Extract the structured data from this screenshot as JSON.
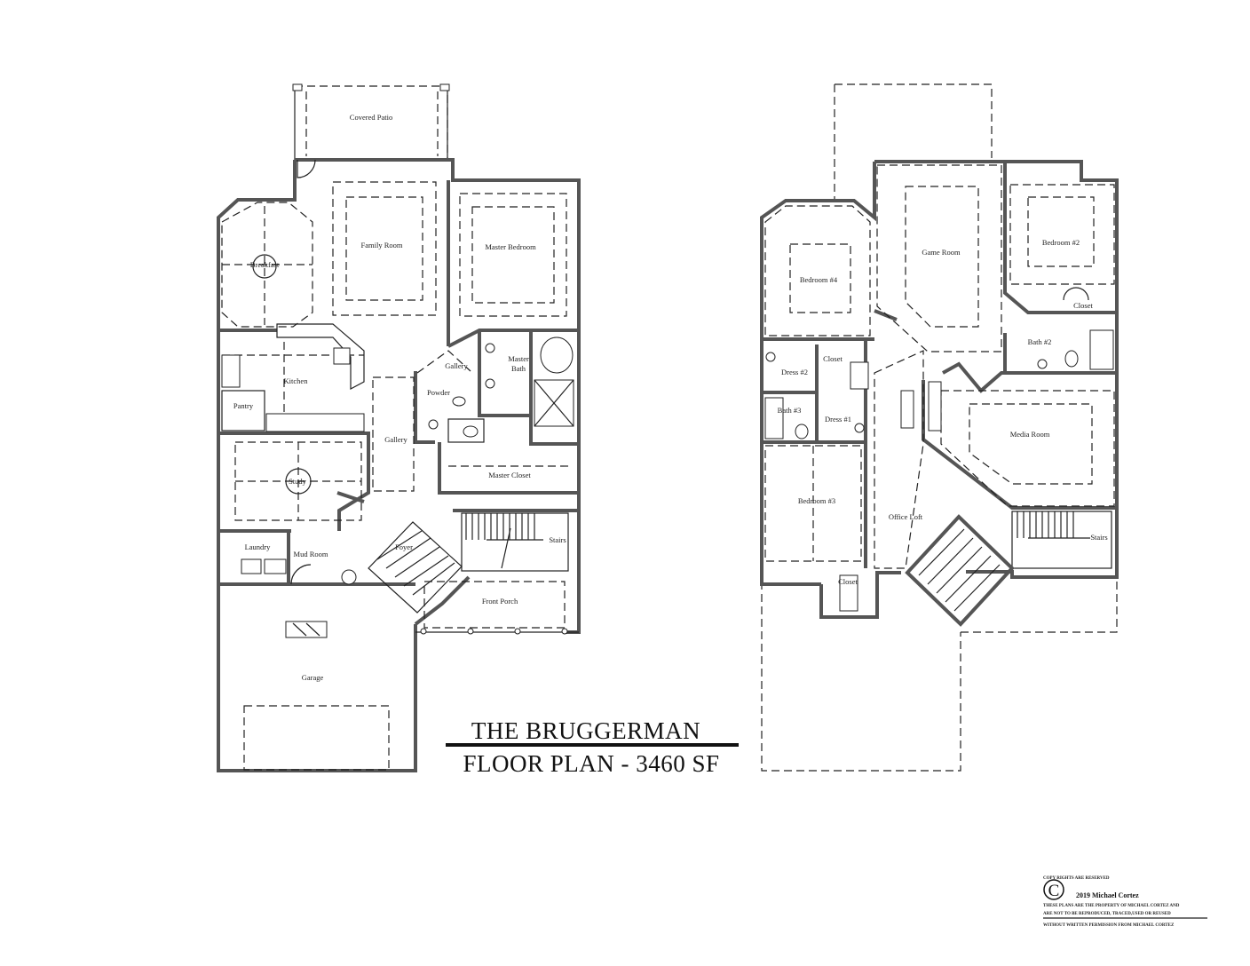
{
  "title": {
    "name": "THE BRUGGERMAN",
    "subtitle": "FLOOR PLAN - 3460 SF"
  },
  "first_floor": {
    "rooms": {
      "covered_patio": "Covered Patio",
      "family_room": "Family Room",
      "master_bedroom": "Master Bedroom",
      "breakfast": "Breakfast",
      "kitchen": "Kitchen",
      "pantry": "Pantry",
      "gallery_upper": "Gallery",
      "master_bath": "Master Bath",
      "powder": "Powder",
      "gallery_center": "Gallery",
      "master_closet": "Master Closet",
      "study": "Study",
      "stairs": "Stairs",
      "laundry": "Laundry",
      "mud_room": "Mud Room",
      "foyer": "Foyer",
      "front_porch": "Front Porch",
      "garage": "Garage"
    }
  },
  "second_floor": {
    "rooms": {
      "bedroom_4": "Bedroom #4",
      "game_room": "Game Room",
      "bedroom_2": "Bedroom #2",
      "closet_b2": "Closet",
      "bath_2": "Bath #2",
      "closet_upper": "Closet",
      "dress_2": "Dress #2",
      "bath_3": "Bath #3",
      "dress_1": "Dress #1",
      "media_room": "Media Room",
      "bedroom_3": "Bedroom #3",
      "office_loft": "Office Loft",
      "stairs": "Stairs",
      "closet_b3": "Closet"
    }
  },
  "copyright": {
    "rights": "COPY RIGHTS ARE RESERVED",
    "symbol": "C",
    "owner": "2019 Michael Cortez",
    "notice_1": "THESE PLANS ARE THE PROPERTY OF MICHAEL CORTEZ AND",
    "notice_2": "ARE NOT TO BE REPRODUCED, TRACED,USED OR REUSED",
    "notice_3": "WITHOUT WRITTEN PERMISSION FROM MICHAEL CORTEZ"
  }
}
